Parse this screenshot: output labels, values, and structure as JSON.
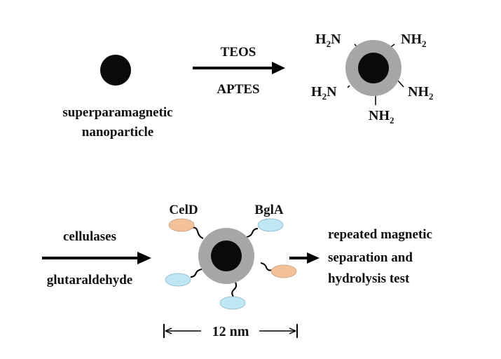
{
  "step1": {
    "start_label_line1": "superparamagnetic",
    "start_label_line2": "nanoparticle",
    "reagent_top": "TEOS",
    "reagent_bottom": "APTES",
    "amine_groups": [
      "H",
      "2",
      "N",
      "NH",
      "2"
    ]
  },
  "step2": {
    "reagent_top": "cellulases",
    "reagent_bottom": "glutaraldehyde",
    "enzyme_1": "CelD",
    "enzyme_2": "BglA",
    "scale_label": "12 nm",
    "result_line1": "repeated magnetic",
    "result_line2": "separation and",
    "result_line3": "hydrolysis test"
  },
  "colors": {
    "core": "#0a0a0a",
    "shell": "#a6a6a6",
    "celD": "#f4c29a",
    "bglA": "#bfe6f5"
  }
}
